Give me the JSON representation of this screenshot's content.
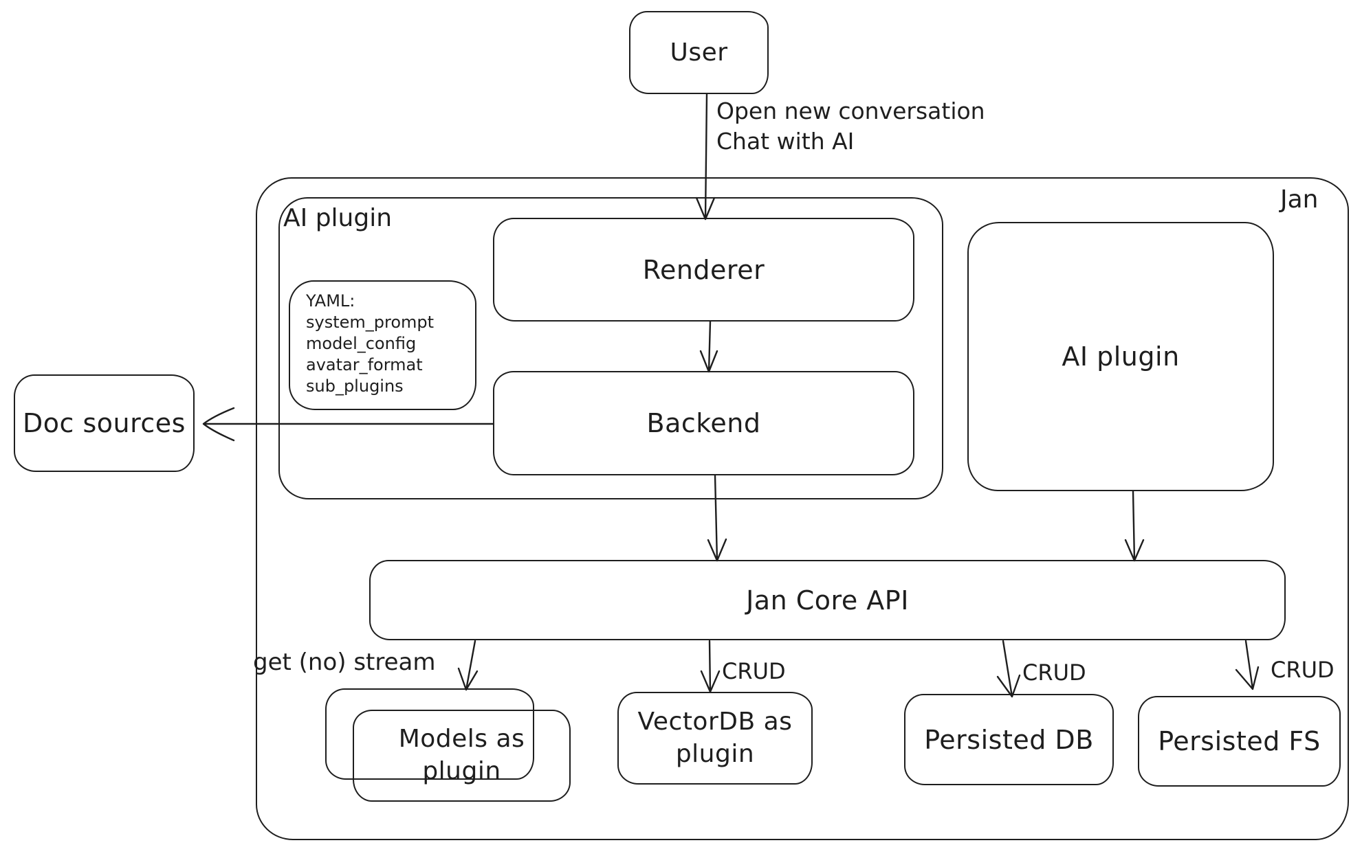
{
  "canvas": {
    "background": "#ffffff",
    "stroke_color": "#1e1e1e"
  },
  "nodes": {
    "user": {
      "label": "User"
    },
    "jan_container": {
      "label": "Jan"
    },
    "ai_plugin_left": {
      "label": "AI plugin"
    },
    "renderer": {
      "label": "Renderer"
    },
    "yaml_note": {
      "lines": [
        "YAML:",
        "system_prompt",
        "model_config",
        "avatar_format",
        "sub_plugins"
      ]
    },
    "backend": {
      "label": "Backend"
    },
    "ai_plugin_right": {
      "label": "AI plugin"
    },
    "doc_sources": {
      "label": "Doc sources"
    },
    "jan_core_api": {
      "label": "Jan Core API"
    },
    "models_plugin": {
      "label": "Models as plugin"
    },
    "vectordb_plugin": {
      "label": "VectorDB as plugin"
    },
    "persisted_db": {
      "label": "Persisted DB"
    },
    "persisted_fs": {
      "label": "Persisted FS"
    }
  },
  "edge_labels": {
    "user_to_renderer_line1": "Open new conversation",
    "user_to_renderer_line2": "Chat with AI",
    "get_no_stream": "get (no) stream",
    "crud_vectordb": "CRUD",
    "crud_persisted_db": "CRUD",
    "crud_persisted_fs": "CRUD"
  }
}
